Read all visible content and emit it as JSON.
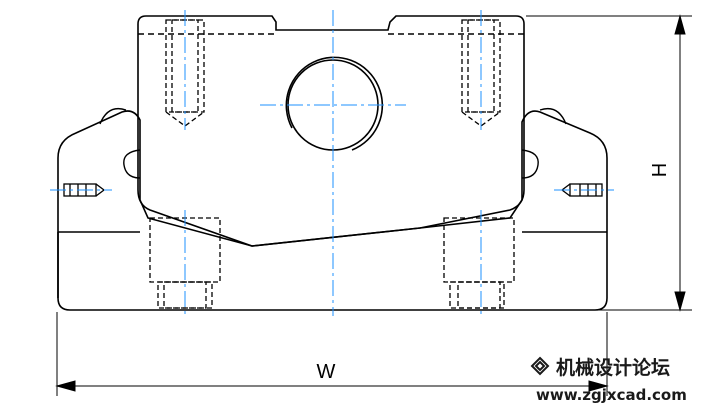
{
  "dimensions": {
    "width_label": "W",
    "height_label": "H"
  },
  "watermark": {
    "title": "机械设计论坛",
    "url": "www.zgjxcad.com"
  },
  "colors": {
    "outline": "#000000",
    "centerline": "#1e90ff",
    "background": "#ffffff"
  },
  "icons": {
    "watermark_logo": "diamond-logo-icon"
  }
}
